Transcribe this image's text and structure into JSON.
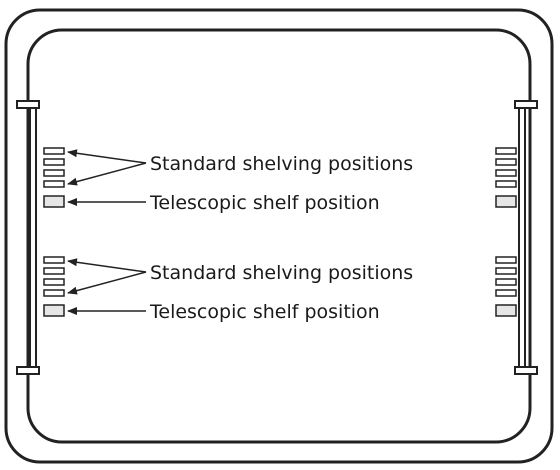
{
  "diagram": {
    "labels": {
      "standard_upper": "Standard shelving positions",
      "telescopic_upper": "Telescopic shelf position",
      "standard_lower": "Standard shelving positions",
      "telescopic_lower": "Telescopic shelf position"
    },
    "colors": {
      "line": "#222222",
      "shelf_fill": "#e6e6e6",
      "background": "#ffffff"
    }
  }
}
